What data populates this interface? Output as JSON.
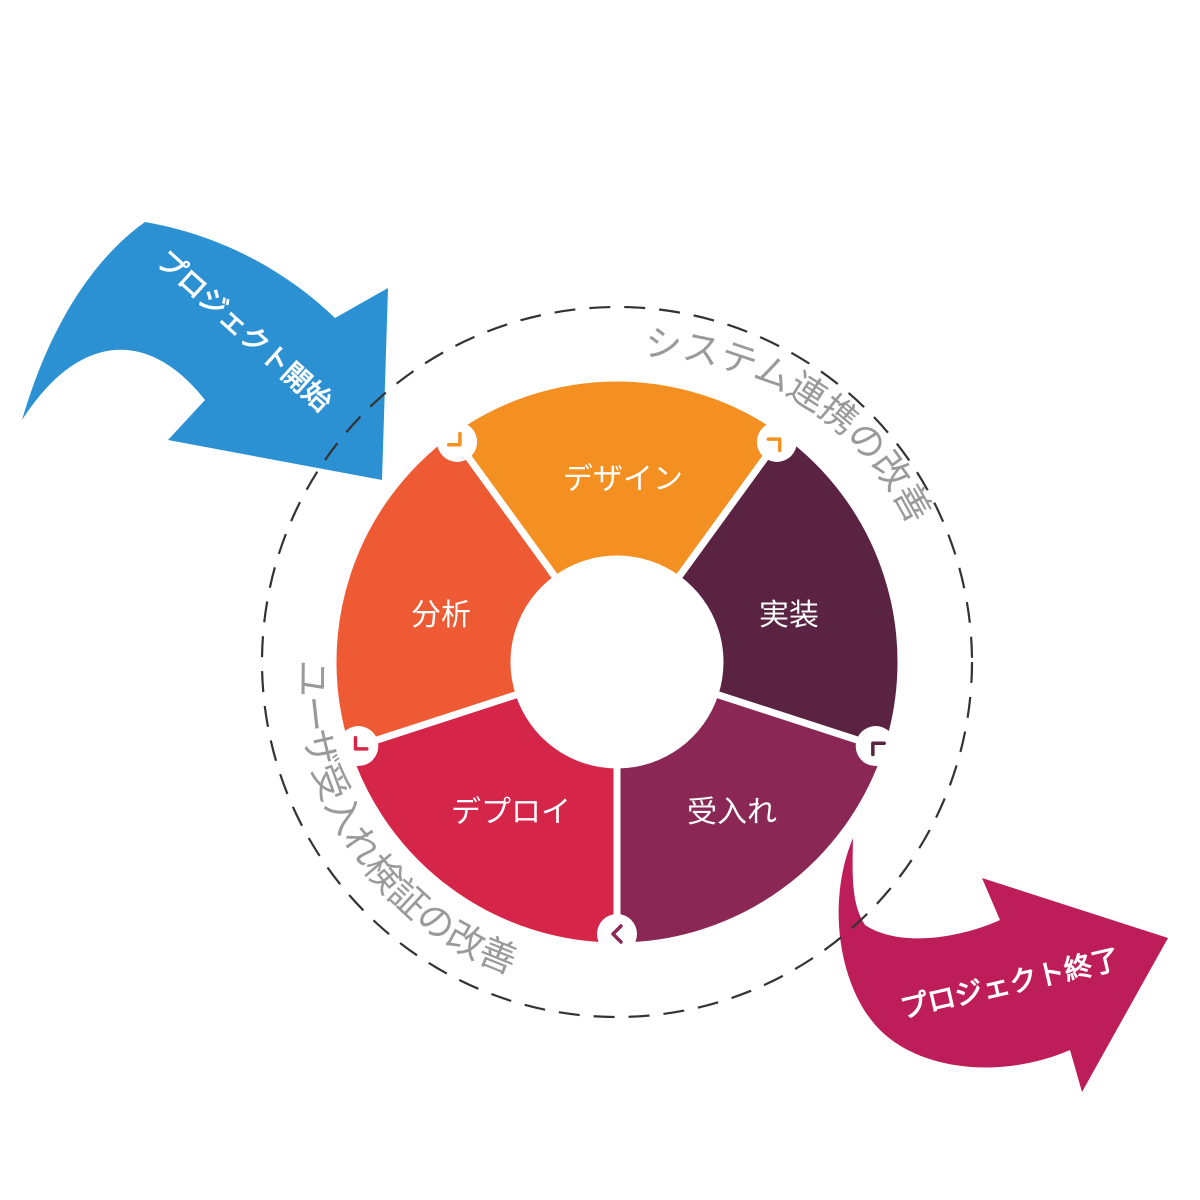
{
  "diagram": {
    "segments": [
      {
        "label": "デザイン",
        "color": "#f39021"
      },
      {
        "label": "実装",
        "color": "#5a2341"
      },
      {
        "label": "受入れ",
        "color": "#8a2755"
      },
      {
        "label": "デプロイ",
        "color": "#d5264a"
      },
      {
        "label": "分析",
        "color": "#ee5a33"
      }
    ],
    "start_arrow": {
      "label": "プロジェクト開始",
      "color": "#2b91d2"
    },
    "end_arrow": {
      "label": "プロジェクト終了",
      "color": "#bd1d58"
    },
    "ring_labels": {
      "top": "システム連携の改善",
      "bottom": "ユーザ受入れ検証の改善"
    },
    "connector_colors": [
      "#f39021",
      "#f39021",
      "#5a2341",
      "#8a2755",
      "#d5264a"
    ],
    "ring_color": "#333333"
  }
}
